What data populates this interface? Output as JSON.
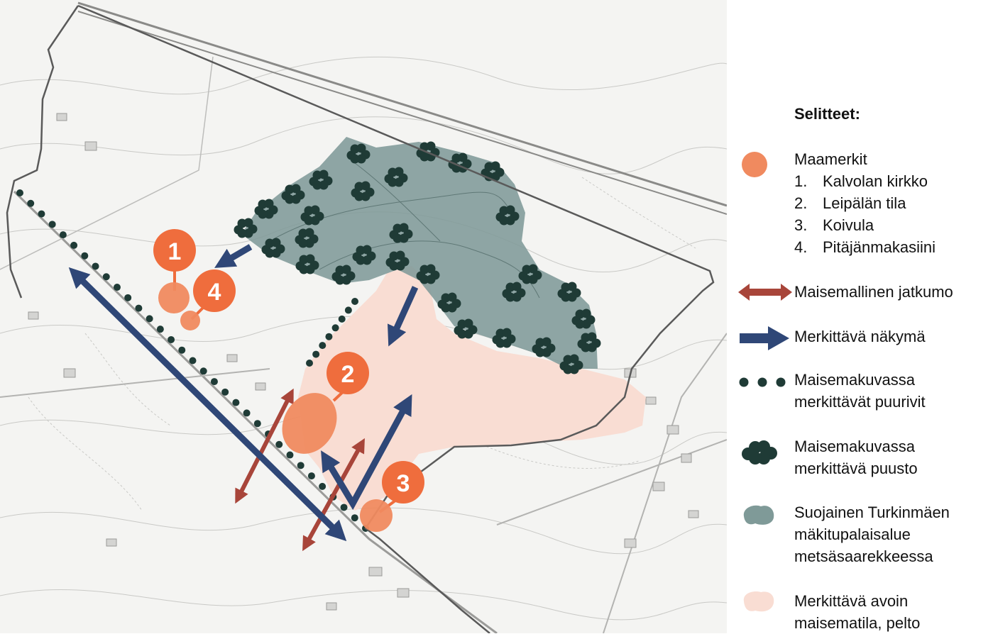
{
  "colors": {
    "landmark": "#f08a5f",
    "landmark_badge": "#ef6d3d",
    "continuum_arrow": "#a8453a",
    "view_arrow": "#2f4777",
    "tree_row": "#1f3b36",
    "forest": "#1f3b36",
    "protected_area": "#7f9a98",
    "open_field": "#f9ddd3",
    "boundary": "#606060"
  },
  "map": {
    "landmarks": [
      {
        "number": "1",
        "name": "Kalvolan kirkko"
      },
      {
        "number": "2",
        "name": "Leipälän tila"
      },
      {
        "number": "3",
        "name": "Koivula"
      },
      {
        "number": "4",
        "name": "Pitäjänmakasiini"
      }
    ]
  },
  "legend": {
    "title": "Selitteet:",
    "landmarks_label": "Maamerkit",
    "landmark_items": [
      {
        "number": "1.",
        "name": "Kalvolan kirkko"
      },
      {
        "number": "2.",
        "name": "Leipälän tila"
      },
      {
        "number": "3.",
        "name": "Koivula"
      },
      {
        "number": "4.",
        "name": "Pitäjänmakasiini"
      }
    ],
    "continuum_label": "Maisemallinen jatkumo",
    "view_label": "Merkittävä näkymä",
    "tree_rows_label_1": "Maisemakuvassa",
    "tree_rows_label_2": "merkittävät puurivit",
    "forest_label_1": "Maisemakuvassa",
    "forest_label_2": "merkittävä puusto",
    "protected_label_1": "Suojainen Turkinmäen",
    "protected_label_2": "mäkitupalaisalue",
    "protected_label_3": "metsäsaarekkeessa",
    "open_label_1": "Merkittävä avoin",
    "open_label_2": "maisematila, pelto"
  }
}
